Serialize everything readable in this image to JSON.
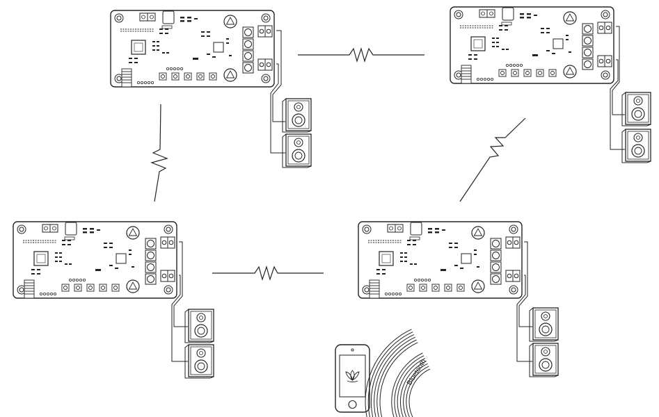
{
  "diagram": {
    "nodes": [
      {
        "id": "board-top-left",
        "type": "amplifier-board",
        "speakers": 2
      },
      {
        "id": "board-top-right",
        "type": "amplifier-board",
        "speakers": 2
      },
      {
        "id": "board-bottom-left",
        "type": "amplifier-board",
        "speakers": 2
      },
      {
        "id": "board-bottom-right",
        "type": "amplifier-board",
        "speakers": 2
      },
      {
        "id": "smartphone",
        "type": "phone",
        "screen_icon": "lotus-icon"
      }
    ],
    "links": [
      {
        "from": "board-top-left",
        "to": "board-top-right",
        "kind": "wireless-zigzag"
      },
      {
        "from": "board-top-left",
        "to": "board-bottom-left",
        "kind": "wireless-zigzag"
      },
      {
        "from": "board-top-right",
        "to": "board-bottom-right",
        "kind": "wireless-zigzag"
      },
      {
        "from": "board-bottom-left",
        "to": "board-bottom-right",
        "kind": "wireless-zigzag"
      },
      {
        "from": "smartphone",
        "to": "board-bottom-right",
        "kind": "bluetooth"
      }
    ],
    "bluetooth_label": "Bluetooth",
    "colors": {
      "stroke": "#222222",
      "background": "#ffffff"
    }
  }
}
